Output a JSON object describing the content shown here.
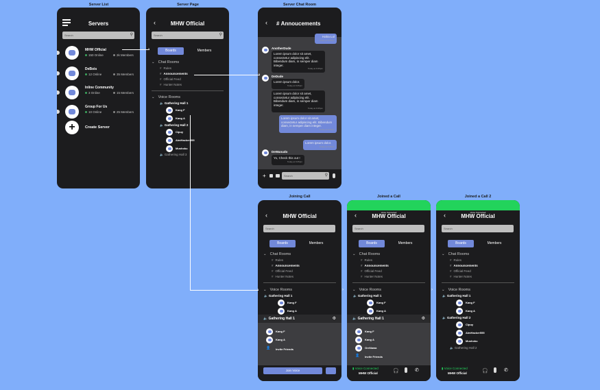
{
  "labels": {
    "server_list": "Server List",
    "server_page": "Server Page",
    "server_chat": "Server Chat Room",
    "joining_call": "Joining Call",
    "joined_call": "Joined a Call",
    "joined_call_2": "Joined a Call 2"
  },
  "server_list": {
    "title": "Servers",
    "search": "Search",
    "create": "Create Server",
    "servers": [
      {
        "name": "MHW Official",
        "online": "150 Online",
        "members": "2k Members"
      },
      {
        "name": "DeBois",
        "online": "12 Online",
        "members": "35 Members"
      },
      {
        "name": "Inline Community",
        "online": "3 Online",
        "members": "15 Members"
      },
      {
        "name": "Group For Us",
        "online": "10 Online",
        "members": "25 Members"
      }
    ]
  },
  "server_page": {
    "title": "MHW Official",
    "search": "Search",
    "tab_boards": "Boards",
    "tab_members": "Members",
    "chat_rooms": "Chat Rooms",
    "rooms": [
      "Rules",
      "Announcements",
      "Official Feed",
      "Hunter Notes"
    ],
    "voice_rooms": "Voice Rooms",
    "hall1": "Gathering Hall 1",
    "hall1_users": [
      "Kang F",
      "Kang A"
    ],
    "hall2": "Gathering Hall 2",
    "hall2_users": [
      "Cipuy",
      "AimHacker555",
      "Mushoku"
    ],
    "hall3": "Gathering Hall 3"
  },
  "chat": {
    "title": "Annoucements",
    "search": "Search",
    "messages": [
      {
        "text": "Haha Lol",
        "time": "Today at 9:25pm",
        "me": true
      },
      {
        "user": "AnotherDude",
        "text": "Lorem ipsum dolor sit amet, consectetur adipiscing elit. Bibendum diam, in semper diam integer.",
        "time": "Today at 9:25pm"
      },
      {
        "user": "DeDude",
        "text": "Lorem ipsum dolor.",
        "time": "Today at 9:25pm"
      },
      {
        "text": "Lorem ipsum dolor sit amet, consectetur adipiscing elit. Bibendum diam, in semper diam integer.",
        "time": "Today at 9:25pm"
      },
      {
        "text": "Lorem ipsum dolor sit amet, consectetur adipiscing elit. Bibendum diam, in semper diam integer.",
        "time": "Today at 9:25pm",
        "me": true
      },
      {
        "text": "Lorem ipsum dolor.",
        "time": "Today at 9:25pm",
        "me": true
      },
      {
        "user": "DeWanudo",
        "text": "Yo, Check this out !",
        "time": "Today at 9:25pm"
      }
    ]
  },
  "call": {
    "title": "MHW Official",
    "search": "Search",
    "hall": "Gathering Hall 1",
    "invite": "Invite Friends",
    "join": "Join Voice",
    "joined_users": [
      "Kang F",
      "Kang A",
      "OreNawa"
    ],
    "joining_users": [
      "Kang F",
      "Kang A"
    ],
    "connected_banner": "Voice Connected",
    "voice_connected": "Voice Connected",
    "server": "MHW Official",
    "hall2_users_final": [
      "Cipuy",
      "AimHacker555",
      "Mushoku"
    ],
    "hall1_users_final": [
      "Kang F",
      "Kang A"
    ],
    "hall2": "Gathering Hall 2",
    "hall3": "Gathering Hall 2"
  }
}
